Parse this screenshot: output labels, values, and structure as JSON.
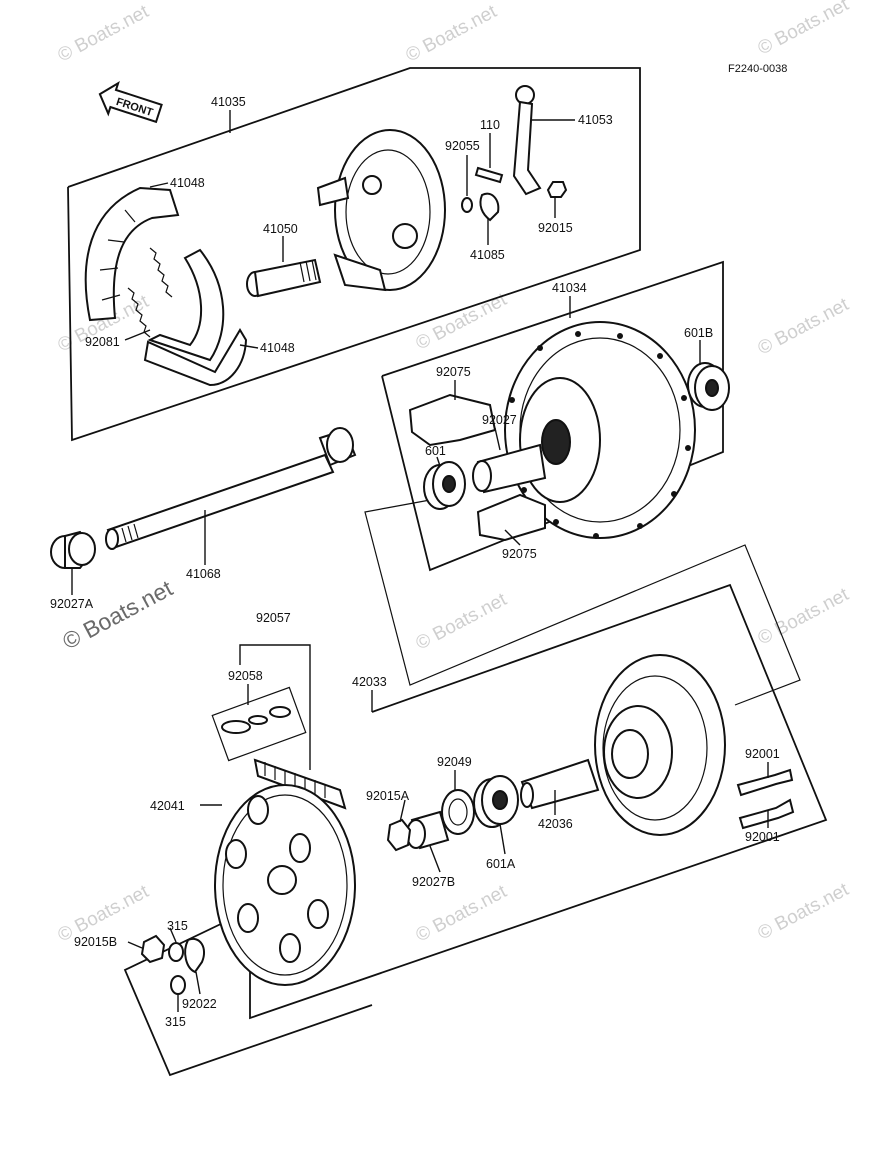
{
  "diagram_code": "F2240-0038",
  "front_label": "FRONT",
  "watermark": "© Boats.net",
  "labels": {
    "p41035": "41035",
    "p41048_top": "41048",
    "p41048_bottom": "41048",
    "p41050": "41050",
    "p92081": "92081",
    "p92055": "92055",
    "p110": "110",
    "p41053": "41053",
    "p41085": "41085",
    "p92015": "92015",
    "p41034": "41034",
    "p601b": "601B",
    "p92075_top": "92075",
    "p92027": "92027",
    "p601": "601",
    "p92075_bottom": "92075",
    "p41068": "41068",
    "p92027a": "92027A",
    "p92057": "92057",
    "p92058": "92058",
    "p42033": "42033",
    "p92049": "92049",
    "p92015a": "92015A",
    "p42036": "42036",
    "p92001_top": "92001",
    "p92001_bottom": "92001",
    "p601a": "601A",
    "p92027b": "92027B",
    "p42041": "42041",
    "p315_top": "315",
    "p92015b": "92015B",
    "p92022": "92022",
    "p315_bottom": "315"
  }
}
